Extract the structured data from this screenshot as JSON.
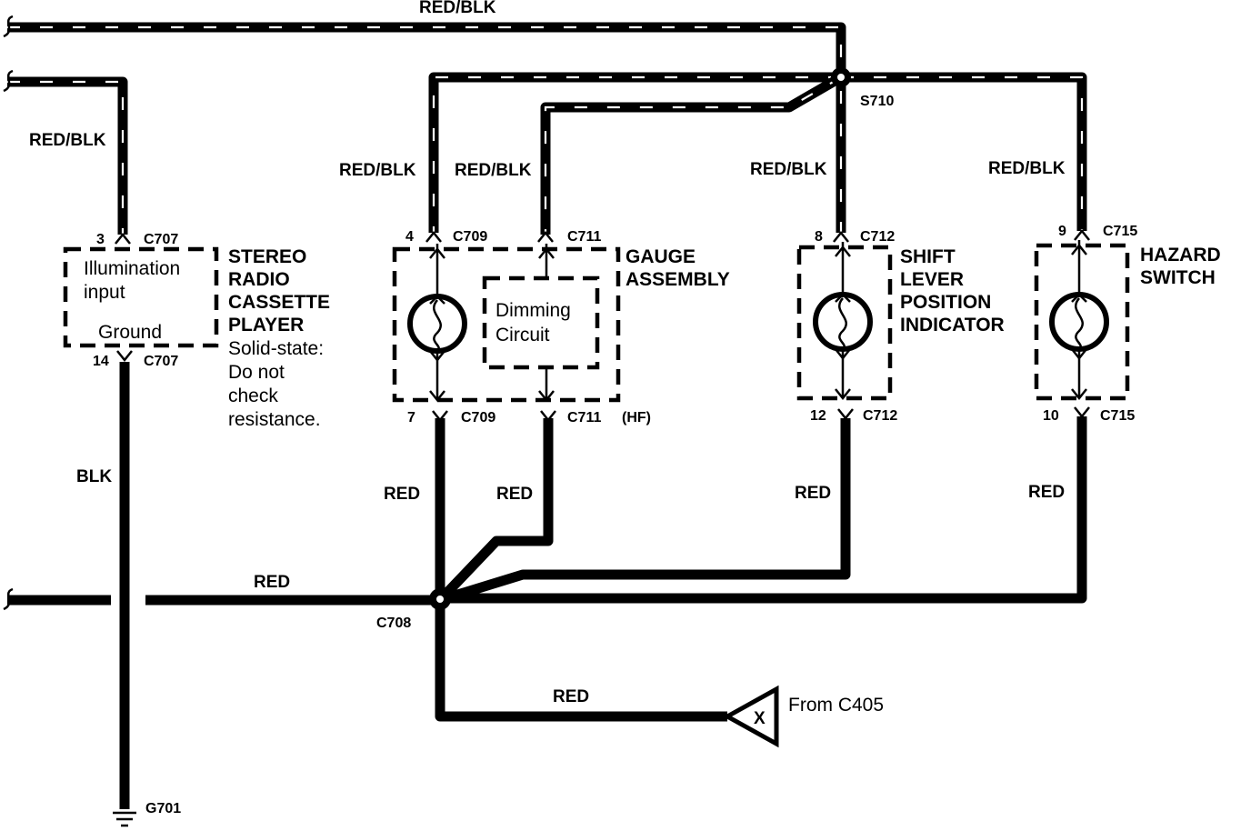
{
  "wires": {
    "top_red_blk": "RED/BLK",
    "radio_red_blk": "RED/BLK",
    "gauge_left_red_blk": "RED/BLK",
    "gauge_right_red_blk": "RED/BLK",
    "shift_red_blk": "RED/BLK",
    "hazard_red_blk": "RED/BLK",
    "radio_blk": "BLK",
    "gauge_left_red": "RED",
    "gauge_right_red": "RED",
    "shift_red": "RED",
    "hazard_red": "RED",
    "main_red": "RED",
    "feed_red": "RED"
  },
  "splices": {
    "s710": "S710",
    "c708": "C708"
  },
  "ground": "G701",
  "feed_source": "From C405",
  "feed_symbol": "X",
  "radio": {
    "name_lines": [
      "STEREO",
      "RADIO",
      "CASSETTE",
      "PLAYER"
    ],
    "note_lines": [
      "Solid-state:",
      "Do not",
      "check",
      "resistance."
    ],
    "input_lines": [
      "Illumination",
      "input"
    ],
    "ground_label": "Ground",
    "top_pin": "3",
    "top_connector": "C707",
    "bottom_pin": "14",
    "bottom_connector": "C707"
  },
  "gauge": {
    "name_lines": [
      "GAUGE",
      "ASSEMBLY"
    ],
    "dimming_lines": [
      "Dimming",
      "Circuit"
    ],
    "top_left_pin": "4",
    "top_left_connector": "C709",
    "top_right_connector": "C711",
    "bottom_left_pin": "7",
    "bottom_left_connector": "C709",
    "bottom_right_connector": "C711",
    "bottom_right_note": "(HF)"
  },
  "shift": {
    "name_lines": [
      "SHIFT",
      "LEVER",
      "POSITION",
      "INDICATOR"
    ],
    "top_pin": "8",
    "top_connector": "C712",
    "bottom_pin": "12",
    "bottom_connector": "C712"
  },
  "hazard": {
    "name_lines": [
      "HAZARD",
      "SWITCH"
    ],
    "top_pin": "9",
    "top_connector": "C715",
    "bottom_pin": "10",
    "bottom_connector": "C715"
  }
}
